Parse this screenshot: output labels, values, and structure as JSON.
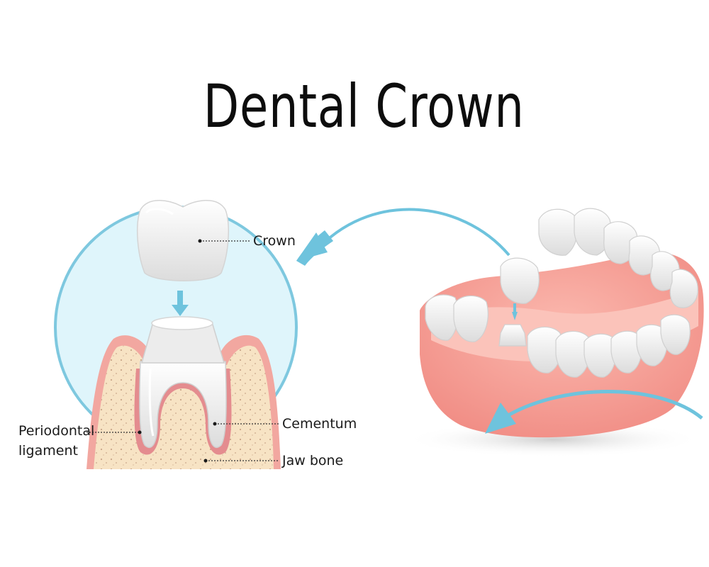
{
  "title": "Dental Crown",
  "labels": {
    "crown": "Crown",
    "cementum": "Cementum",
    "periodontal_line1": "Periodontal",
    "periodontal_line2": "ligament",
    "jaw_bone": "Jaw bone"
  },
  "colors": {
    "circle_fill": "#dff5fb",
    "circle_stroke": "#7ec8df",
    "arrow": "#6ec3dd",
    "bone": "#f7e3c4",
    "gum": "#f2a7a0",
    "tooth": "#f4f4f4"
  }
}
